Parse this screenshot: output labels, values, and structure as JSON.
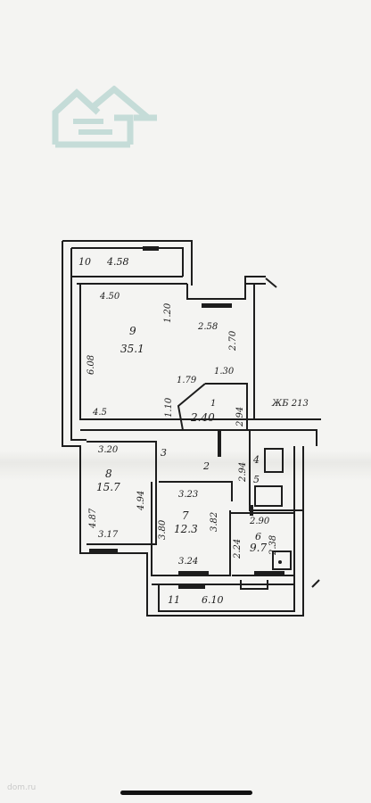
{
  "plan": {
    "balcony_top": {
      "number": "10",
      "length": "4.58"
    },
    "room_9": {
      "number": "9",
      "area": "35.1",
      "dim_top": "4.50",
      "dim_right_top": "2.58",
      "dim_left": "6.08",
      "dim_bottom": "4.5",
      "dim_v1": "1.20",
      "dim_v2": "2.70",
      "dim_mid": "1.30"
    },
    "room_1": {
      "number": "1",
      "area": "2.40",
      "dim_a": "1.79",
      "dim_b": "1.10",
      "dim_c": "2.94"
    },
    "shaft_label": "ЖБ 213",
    "room_8": {
      "number": "8",
      "area": "15.7",
      "dim_top": "3.20",
      "dim_bottom": "3.17",
      "dim_left": "4.87",
      "dim_right": "4.94"
    },
    "room_3": {
      "number": "3"
    },
    "room_2": {
      "number": "2",
      "dim": "2.94"
    },
    "room_4": {
      "number": "4"
    },
    "room_5": {
      "number": "5"
    },
    "room_7": {
      "number": "7",
      "area": "12.3",
      "dim_top": "3.23",
      "dim_bottom": "3.24",
      "dim_left": "3.80",
      "dim_right": "3.82"
    },
    "room_6": {
      "number": "6",
      "area": "9.7",
      "dim_top": "2.90",
      "dim_left": "2.24",
      "dim_right": "2.38"
    },
    "balcony_bottom": {
      "number": "11",
      "length": "6.10"
    }
  },
  "watermark": "dom.ru",
  "colors": {
    "ink": "#1d1d1d",
    "paper": "#f4f4f2",
    "logo": "#c5dcd8"
  }
}
